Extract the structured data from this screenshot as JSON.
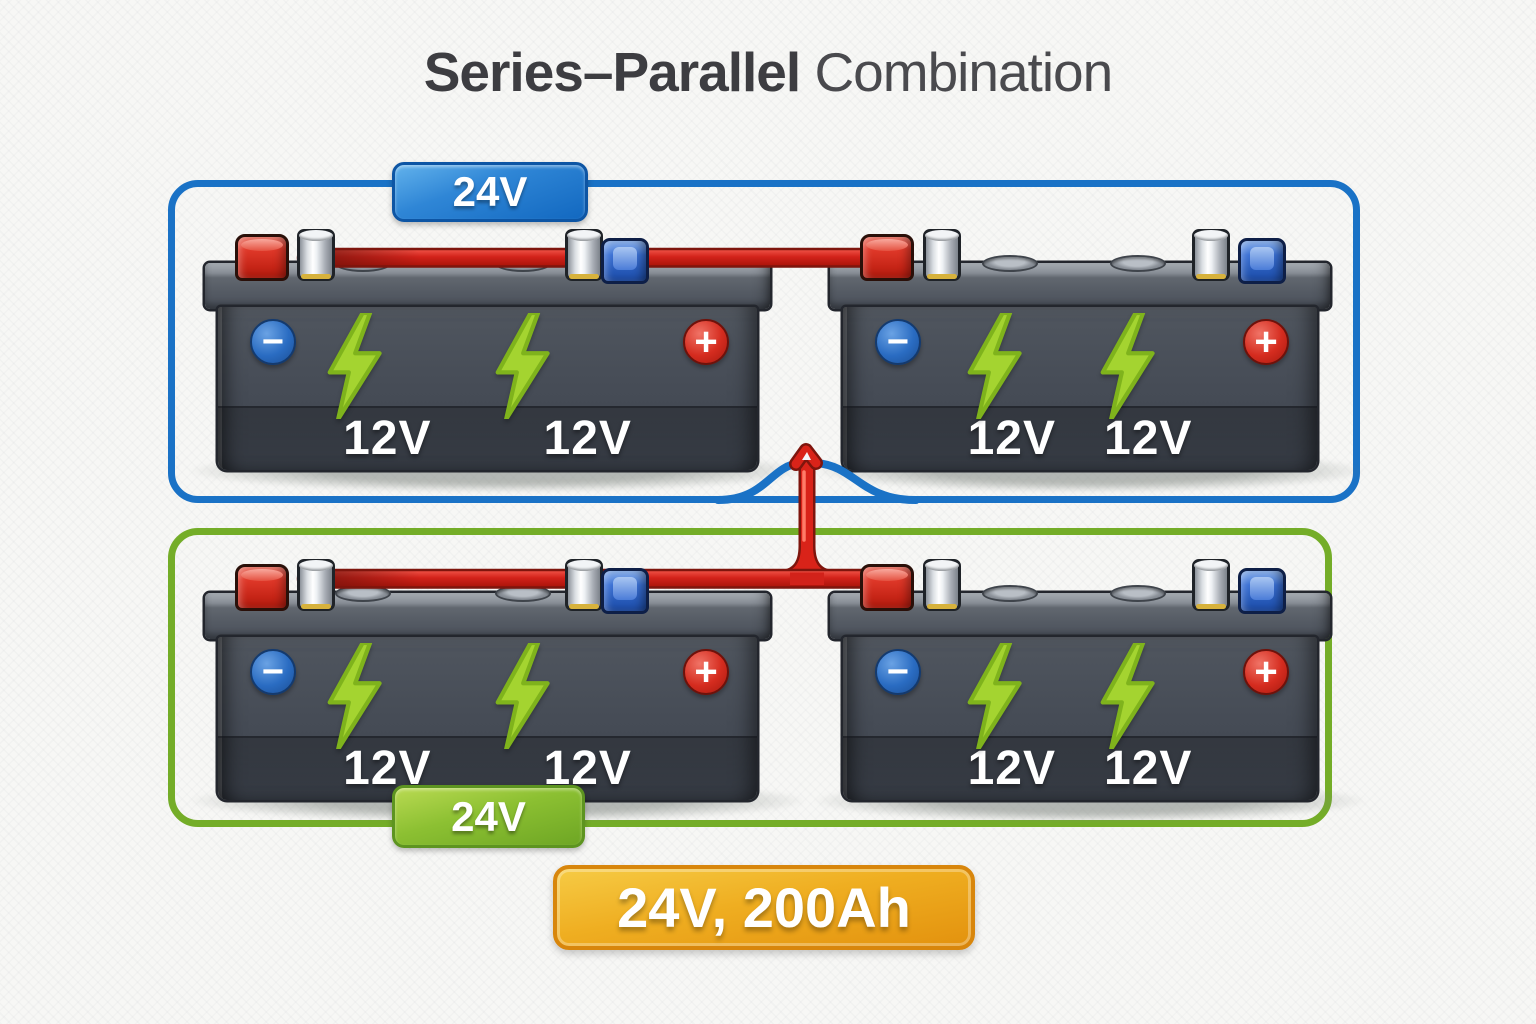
{
  "title": {
    "emphasis": "Series–Parallel",
    "rest": " Combination"
  },
  "series_groups": {
    "top": {
      "voltage_label": "24V",
      "outline_color": "#1a72c6"
    },
    "bottom": {
      "voltage_label": "24V",
      "outline_color": "#74ad28"
    }
  },
  "total_badge": {
    "label": "24V, 200Ah",
    "color": "#eaa315"
  },
  "battery_symbols": {
    "negative": "−",
    "positive": "+"
  },
  "batteries": [
    {
      "position": "top-left",
      "cell_labels": [
        "12V",
        "12V"
      ]
    },
    {
      "position": "top-right",
      "cell_labels": [
        "12V",
        "12V"
      ]
    },
    {
      "position": "bottom-left",
      "cell_labels": [
        "12V",
        "12V"
      ]
    },
    {
      "position": "bottom-right",
      "cell_labels": [
        "12V",
        "12V"
      ]
    }
  ],
  "icons": {
    "bolt": "lightning-bolt",
    "negative_terminal": "minus-circle",
    "positive_terminal": "plus-circle"
  },
  "colors": {
    "wire_red": "#d92319",
    "bolt_green": "#a4d430",
    "battery_body": "#454b55"
  }
}
